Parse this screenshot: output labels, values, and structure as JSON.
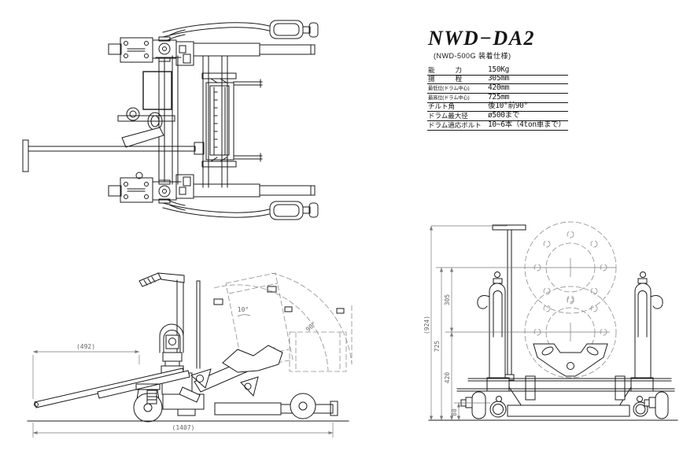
{
  "document": {
    "title": "NWD−DA2",
    "subtitle": "(NWD-500G 装着仕様)"
  },
  "spec_table": {
    "rows": [
      {
        "label": "能　力",
        "value": "150Kg"
      },
      {
        "label": "揚　程",
        "value": "305mm"
      },
      {
        "label": "最低位(ドラム中心)",
        "value": "420mm"
      },
      {
        "label": "最高位(ドラム中心)",
        "value": "725mm"
      },
      {
        "label": "チルト角",
        "value": "後10°前90°"
      },
      {
        "label": "ドラム最大径",
        "value": "ø500まで"
      },
      {
        "label": "ドラム適応ボルト",
        "value": "10~6本（4ton車まで）"
      }
    ]
  },
  "views": {
    "side": {
      "dim_handle": "(492)",
      "dim_overall_length": "(1407)",
      "angle_back": "10°",
      "angle_forward": "90°"
    },
    "front": {
      "dim_overall_height": "(924)",
      "dim_max_drum_center": "725",
      "dim_lift_stroke": "305",
      "dim_min_drum_center": "420",
      "dim_axle_height": "80"
    }
  },
  "colors": {
    "line": "#1b1b1b",
    "dimension": "#787878",
    "phantom": "#8d8d8d",
    "background": "#ffffff"
  }
}
